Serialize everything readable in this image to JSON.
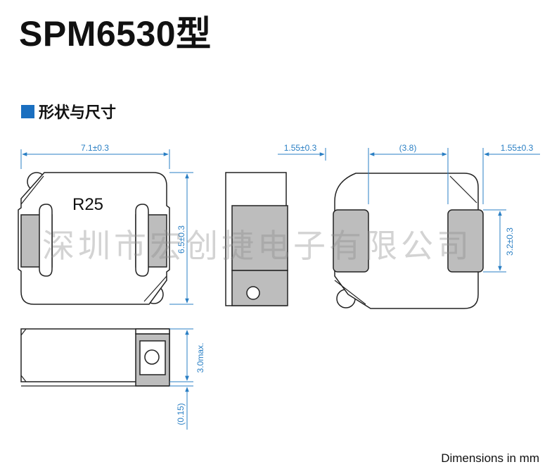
{
  "title": "SPM6530型",
  "section": {
    "label": "形状与尺寸"
  },
  "labels": {
    "marking": "R25",
    "dim_width": "7.1±0.3",
    "dim_height": "6.5±0.3",
    "dim_left_margin": "1.55±0.3",
    "dim_center": "(3.8)",
    "dim_right_margin": "1.55±0.3",
    "dim_pad_height": "3.2±0.3",
    "dim_thickness": "3.0max.",
    "dim_standoff": "(0.15)"
  },
  "footer": "Dimensions in mm",
  "watermark": "深圳市宏创捷电子有限公司",
  "colors": {
    "dimension": "#2a7fc4",
    "terminal": "#bdbdbd",
    "outline": "#222222",
    "accent": "#1a6fc0"
  }
}
